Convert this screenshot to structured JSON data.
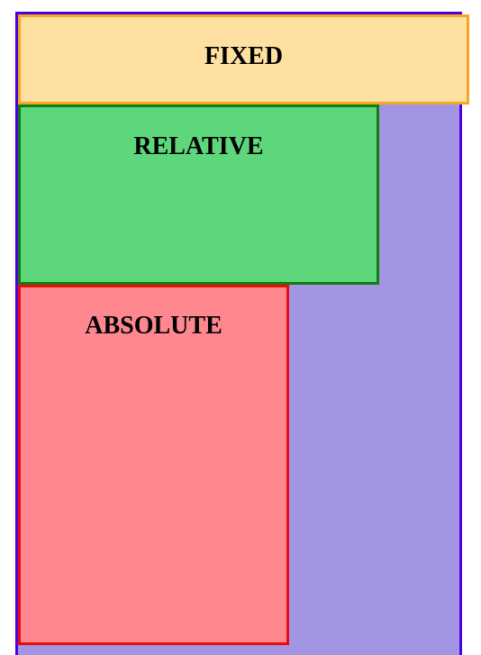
{
  "colors": {
    "container_border": "#4b00e0",
    "container_fill": "#a195e4",
    "fixed_border": "#f5a623",
    "fixed_fill": "#fee0a1",
    "relative_border": "#0f7d0f",
    "relative_fill": "#5dd67c",
    "absolute_border": "#ee0a0a",
    "absolute_fill": "#ff8890"
  },
  "boxes": {
    "fixed": {
      "label": "FIXED"
    },
    "relative": {
      "label": "RELATIVE"
    },
    "absolute": {
      "label": "ABSOLUTE"
    }
  }
}
